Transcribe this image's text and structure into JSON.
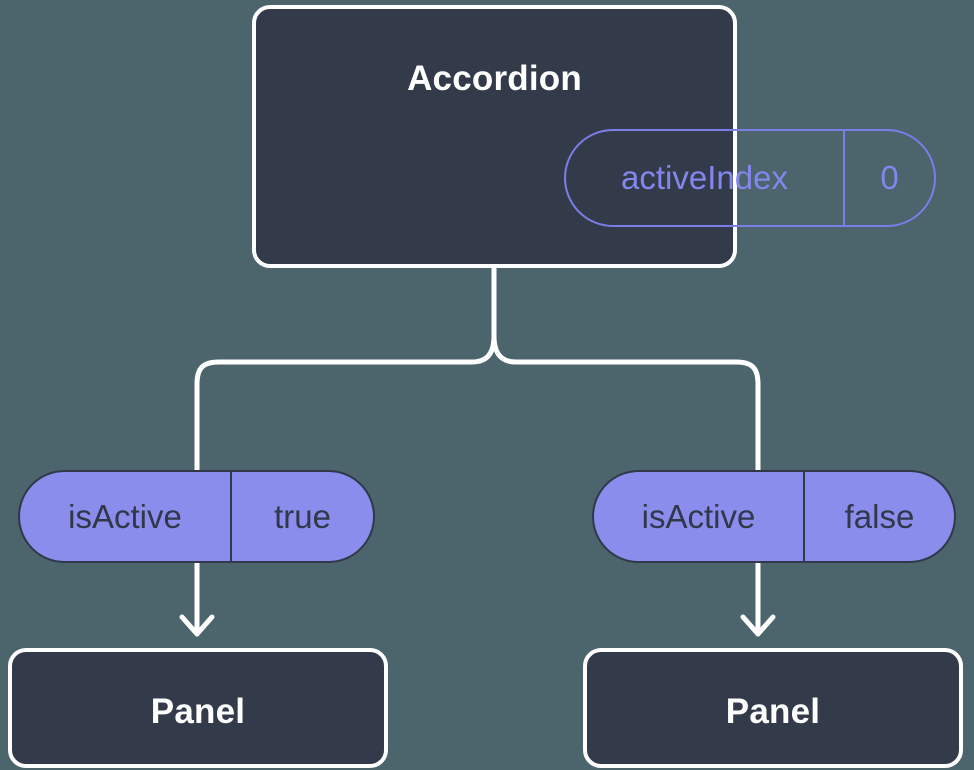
{
  "diagram": {
    "title_node": {
      "label": "Accordion",
      "state_badge": {
        "key": "activeIndex",
        "value": "0"
      }
    },
    "branches": [
      {
        "prop_badge": {
          "key": "isActive",
          "value": "true"
        },
        "child": {
          "label": "Panel"
        }
      },
      {
        "prop_badge": {
          "key": "isActive",
          "value": "false"
        },
        "child": {
          "label": "Panel"
        }
      }
    ],
    "colors": {
      "background": "#4c646c",
      "node_fill": "#333b4a",
      "node_border": "#ffffff",
      "node_text": "#ffffff",
      "accent_purple": "#8b8ded",
      "badge_outline": "#7b7ee8",
      "badge_text_dark": "#30384a",
      "connector": "#ffffff"
    }
  }
}
